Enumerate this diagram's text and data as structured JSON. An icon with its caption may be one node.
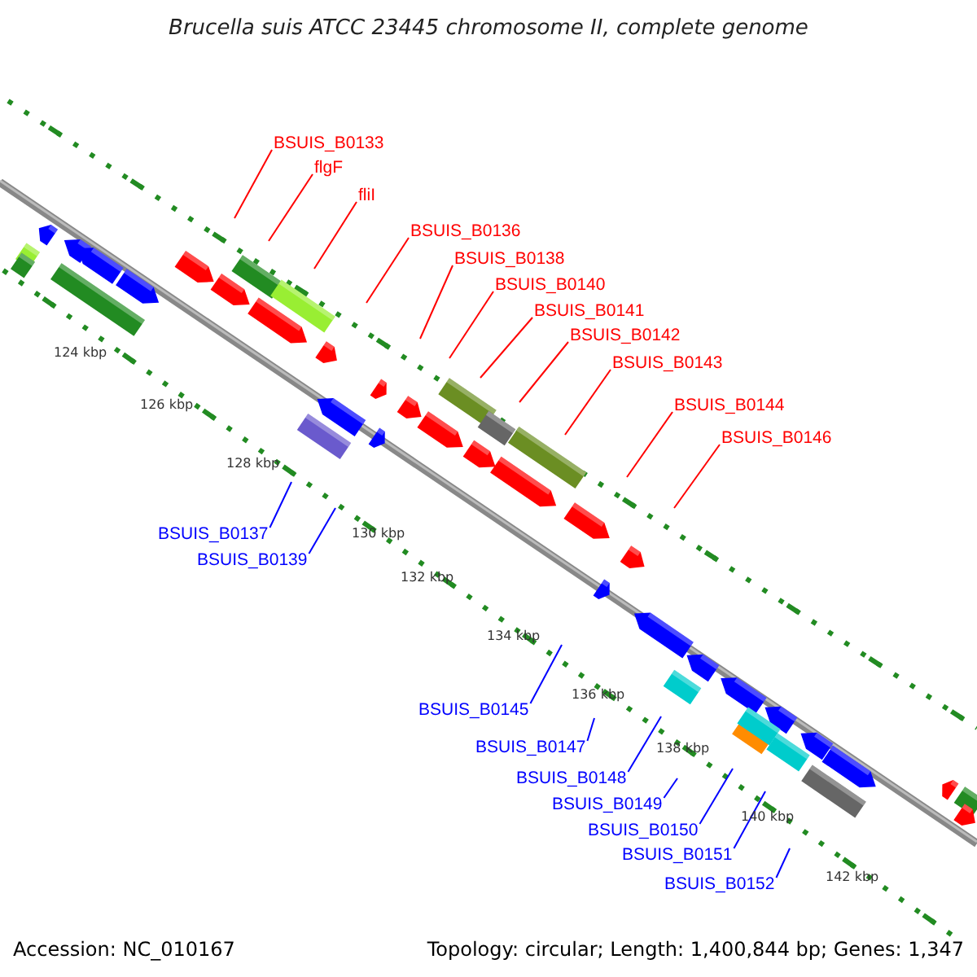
{
  "diagram": {
    "title": "Brucella suis ATCC 23445 chromosome II, complete genome",
    "nodes": [
      {
        "text": [
          "BSUIS_B0133"
        ]
      },
      {
        "text": [
          "flgF"
        ]
      },
      {
        "text": [
          "fliI"
        ]
      },
      {
        "text": [
          "BSUIS_B0136"
        ]
      },
      {
        "text": [
          "BSUIS_B0138"
        ]
      },
      {
        "text": [
          "BSUIS_B0140"
        ]
      },
      {
        "text": [
          "BSUIS_B0141"
        ]
      },
      {
        "text": [
          "BSUIS_B0142"
        ]
      },
      {
        "text": [
          "BSUIS_B0143"
        ]
      },
      {
        "text": [
          "BSUIS_B0144"
        ]
      },
      {
        "text": [
          "BSUIS_B0146"
        ]
      },
      {
        "text": [
          "BSUIS_B0137"
        ]
      },
      {
        "text": [
          "BSUIS_B0139"
        ]
      },
      {
        "text": [
          "BSUIS_B0145"
        ]
      },
      {
        "text": [
          "BSUIS_B0147"
        ]
      },
      {
        "text": [
          "BSUIS_B0148"
        ]
      },
      {
        "text": [
          "BSUIS_B0149"
        ]
      },
      {
        "text": [
          "BSUIS_B0150"
        ]
      },
      {
        "text": [
          "BSUIS_B0151"
        ]
      },
      {
        "text": [
          "BSUIS_B0152"
        ]
      }
    ],
    "edges": [
      {
        "from": 0,
        "to": null,
        "arrow": "none"
      },
      {
        "from": 1,
        "to": null,
        "arrow": "none"
      },
      {
        "from": 2,
        "to": null,
        "arrow": "none"
      },
      {
        "from": 3,
        "to": null,
        "arrow": "none"
      },
      {
        "from": 4,
        "to": null,
        "arrow": "none"
      },
      {
        "from": 5,
        "to": null,
        "arrow": "none"
      },
      {
        "from": 6,
        "to": null,
        "arrow": "none"
      },
      {
        "from": 7,
        "to": null,
        "arrow": "none"
      },
      {
        "from": 8,
        "to": null,
        "arrow": "none"
      },
      {
        "from": 9,
        "to": null,
        "arrow": "none"
      },
      {
        "from": 10,
        "to": null,
        "arrow": "none"
      },
      {
        "from": 11,
        "to": null,
        "arrow": "none",
        "color": "#0000ff"
      },
      {
        "from": 12,
        "to": null,
        "arrow": "none",
        "color": "#0000ff"
      },
      {
        "from": 13,
        "to": null,
        "arrow": "none",
        "color": "#0000ff"
      },
      {
        "from": 14,
        "to": null,
        "arrow": "none",
        "color": "#0000ff"
      },
      {
        "from": 15,
        "to": null,
        "arrow": "none",
        "color": "#0000ff"
      },
      {
        "from": 16,
        "to": null,
        "arrow": "none",
        "color": "#0000ff"
      },
      {
        "from": 17,
        "to": null,
        "arrow": "none",
        "color": "#0000ff"
      },
      {
        "from": 18,
        "to": null,
        "arrow": "none",
        "color": "#0000ff"
      },
      {
        "from": 19,
        "to": null,
        "arrow": "none",
        "color": "#0000ff"
      }
    ],
    "labels": [
      "124 kbp",
      "126 kbp",
      "128 kbp",
      "130 kbp",
      "132 kbp",
      "134 kbp",
      "136 kbp",
      "138 kbp",
      "140 kbp",
      "142 kbp",
      "Accession: NC_010167",
      "Topology: circular; Length: 1,400,844 bp; Genes: 1,347"
    ]
  }
}
